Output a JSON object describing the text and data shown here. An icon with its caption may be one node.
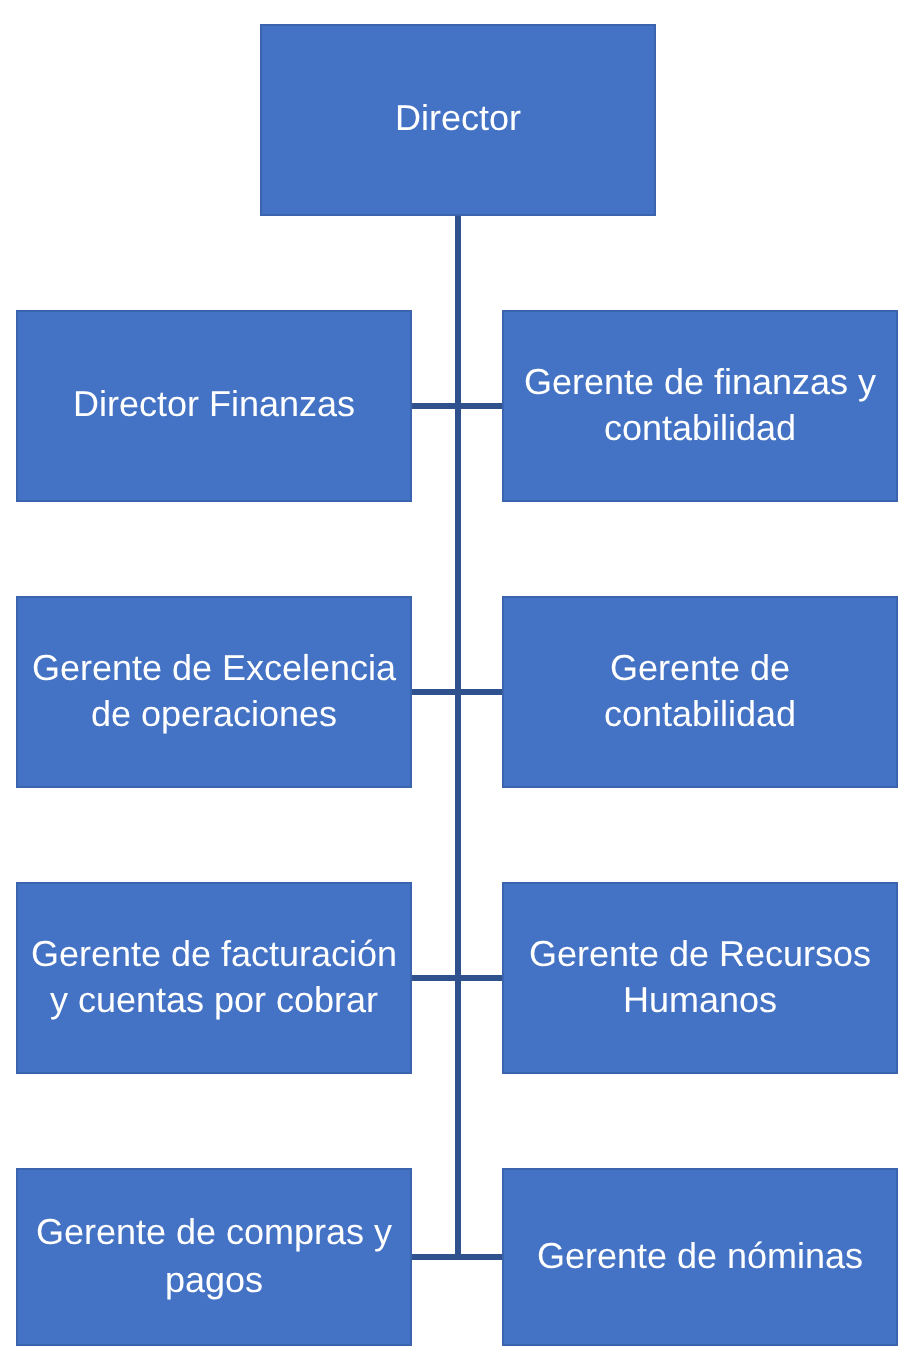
{
  "diagram": {
    "nodes": [
      {
        "text": [
          "Director"
        ]
      },
      {
        "text": [
          "Director Finanzas"
        ]
      },
      {
        "text": [
          "Gerente de finanzas y contabilidad"
        ]
      },
      {
        "text": [
          "Gerente de Excelencia de operaciones"
        ]
      },
      {
        "text": [
          "Gerente de contabilidad"
        ]
      },
      {
        "text": [
          "Gerente de facturación y cuentas por cobrar"
        ]
      },
      {
        "text": [
          "Gerente de Recursos Humanos"
        ]
      },
      {
        "text": [
          "Gerente de compras y pagos"
        ]
      },
      {
        "text": [
          "Gerente de nóminas"
        ]
      }
    ],
    "edges": [
      {
        "from": 0,
        "to": 1,
        "arrow": "none"
      },
      {
        "from": 0,
        "to": 2,
        "arrow": "none"
      },
      {
        "from": 0,
        "to": 3,
        "arrow": "none"
      },
      {
        "from": 0,
        "to": 4,
        "arrow": "none"
      },
      {
        "from": 0,
        "to": 5,
        "arrow": "none"
      },
      {
        "from": 0,
        "to": 6,
        "arrow": "none"
      },
      {
        "from": 0,
        "to": 7,
        "arrow": "none"
      },
      {
        "from": 0,
        "to": 8,
        "arrow": "none"
      }
    ]
  }
}
